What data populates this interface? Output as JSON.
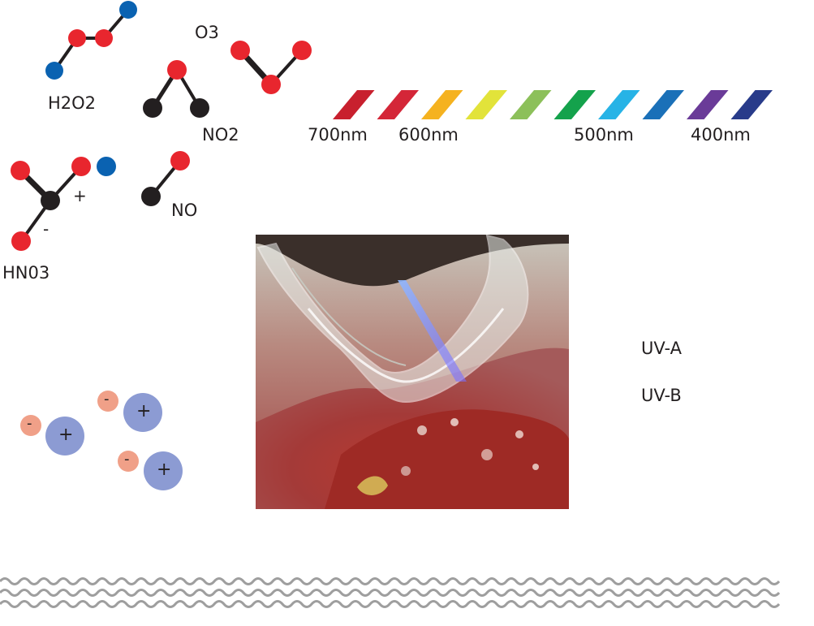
{
  "colors": {
    "oxygen": "#e8262e",
    "hydrogen": "#0a62b1",
    "nitrogen": "#231f20",
    "bond": "#231f20",
    "anion": "#f0a088",
    "cation": "#8c9bd3",
    "wave": "#9e9e9e"
  },
  "molecules": {
    "h2o2": "H2O2",
    "o3": "O3",
    "no2": "NO2",
    "hno3": "HN03",
    "no": "NO",
    "hno3_plus": "+",
    "hno3_minus": "-"
  },
  "spectrum": {
    "stripe_colors": [
      "#c8202e",
      "#d42638",
      "#f5b21f",
      "#e2e33a",
      "#8cc05a",
      "#14a24c",
      "#27b3e6",
      "#1a70b8",
      "#6a3b98",
      "#283b8a"
    ],
    "labels": [
      "700nm",
      "600nm",
      "500nm",
      "400nm"
    ]
  },
  "ions": {
    "minus": "-",
    "plus": "+"
  },
  "uv": {
    "a": "UV-A",
    "b": "UV-B"
  },
  "photo": {
    "icons": [
      "plasma-device-photo"
    ]
  }
}
